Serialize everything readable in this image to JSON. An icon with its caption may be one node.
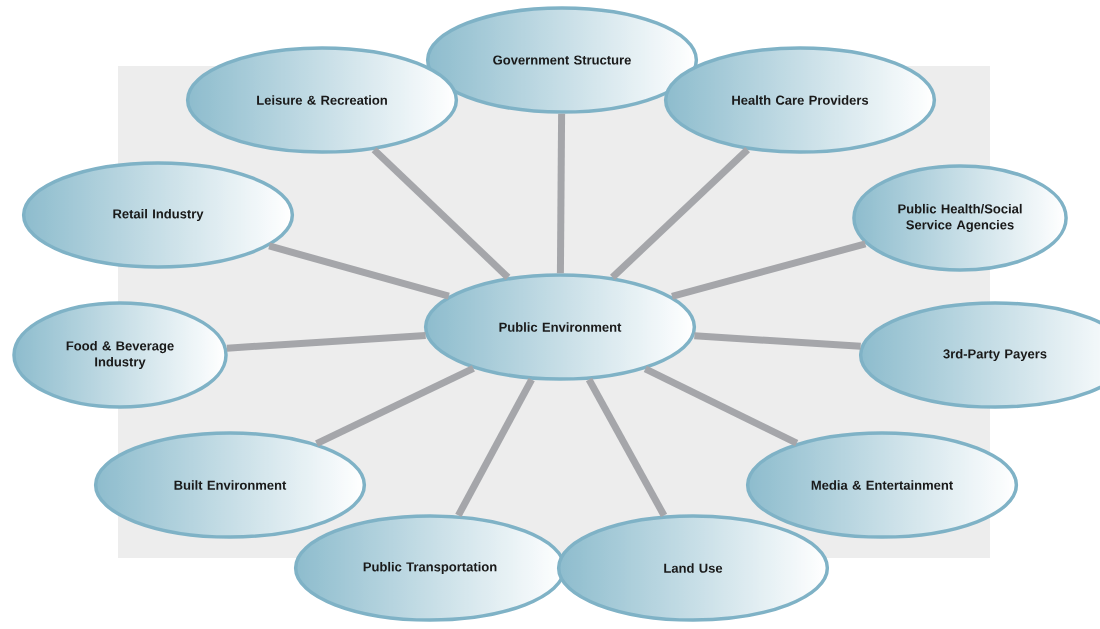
{
  "diagram": {
    "nodes": [
      {
        "text": [
          "Government Structure"
        ]
      },
      {
        "text": [
          "Leisure & Recreation"
        ]
      },
      {
        "text": [
          "Health Care Providers"
        ]
      },
      {
        "text": [
          "Retail Industry"
        ]
      },
      {
        "text": [
          "Public Health/Social Service Agencies"
        ]
      },
      {
        "text": [
          "Public Environment"
        ]
      },
      {
        "text": [
          "Food & Beverage Industry"
        ]
      },
      {
        "text": [
          "3rd-Party Payers"
        ]
      },
      {
        "text": [
          "Built Environment"
        ]
      },
      {
        "text": [
          "Media & Entertainment"
        ]
      },
      {
        "text": [
          "Public Transportation"
        ]
      },
      {
        "text": [
          "Land Use"
        ]
      }
    ],
    "edges": [
      {
        "from": 5,
        "to": 0,
        "arrow": "none"
      },
      {
        "from": 5,
        "to": 2,
        "arrow": "none"
      },
      {
        "from": 5,
        "to": 4,
        "arrow": "none"
      },
      {
        "from": 5,
        "to": 7,
        "arrow": "none"
      },
      {
        "from": 5,
        "to": 9,
        "arrow": "none"
      },
      {
        "from": 5,
        "to": 11,
        "arrow": "none"
      },
      {
        "from": 5,
        "to": 10,
        "arrow": "none"
      },
      {
        "from": 5,
        "to": 8,
        "arrow": "none"
      },
      {
        "from": 5,
        "to": 6,
        "arrow": "none"
      },
      {
        "from": 5,
        "to": 3,
        "arrow": "none"
      },
      {
        "from": 5,
        "to": 1,
        "arrow": "none"
      }
    ]
  }
}
